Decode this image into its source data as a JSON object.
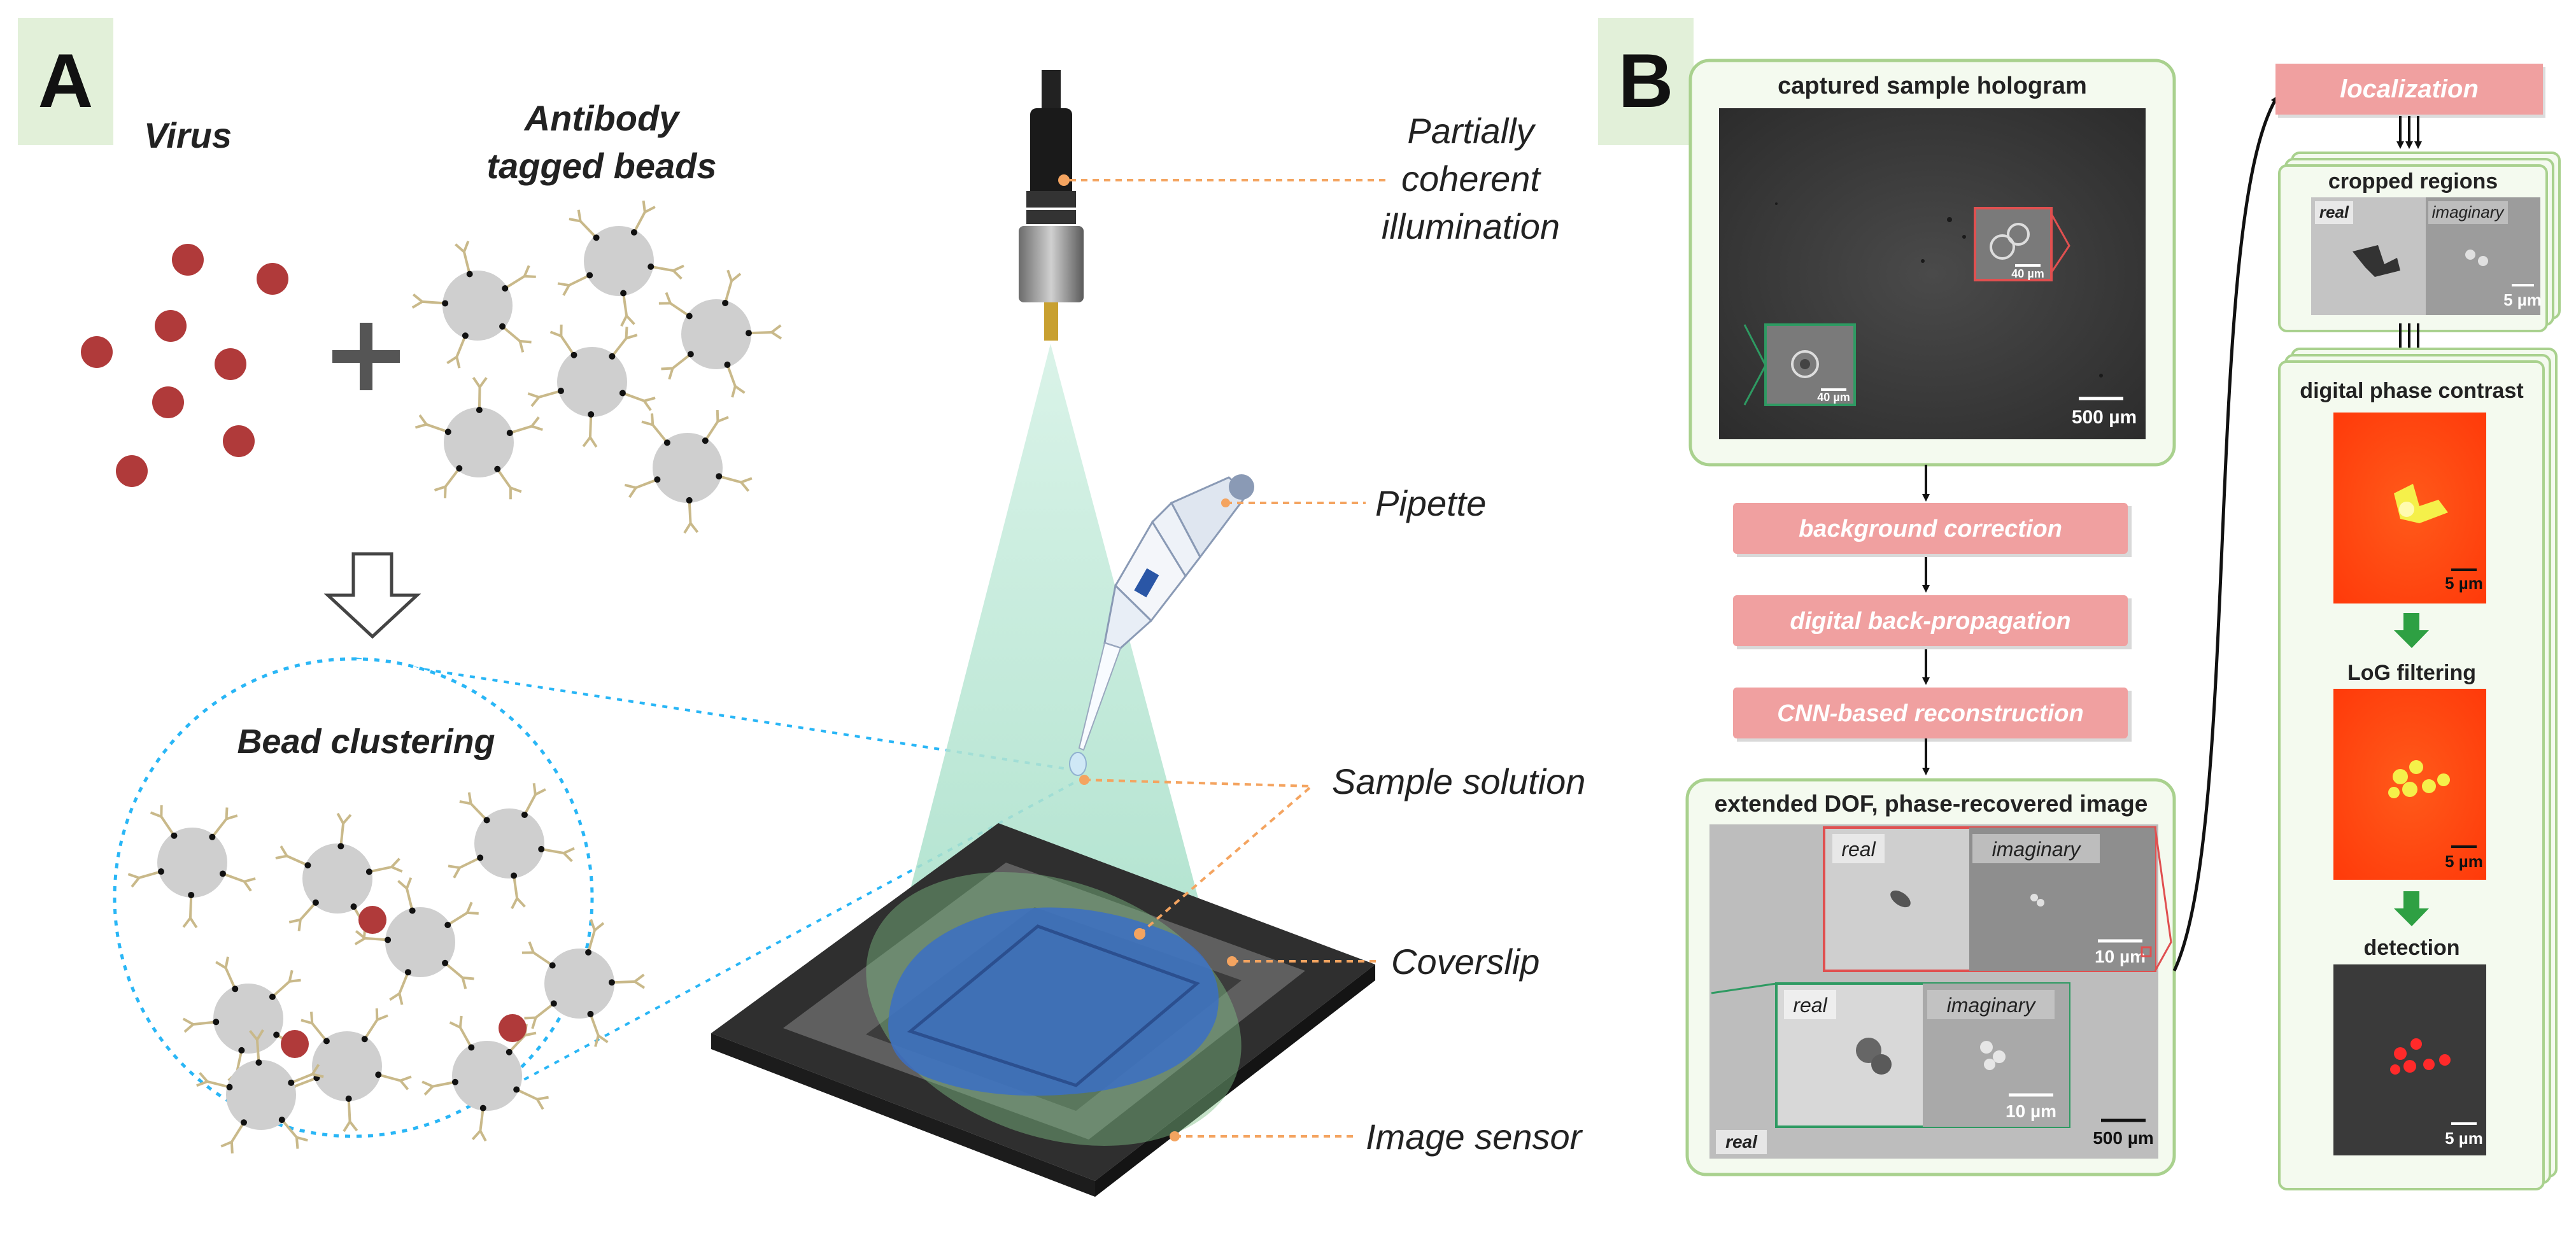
{
  "panel_a": {
    "letter": "A",
    "virus_label": "Virus",
    "beads_label_line1": "Antibody",
    "beads_label_line2": "tagged beads",
    "cluster_label": "Bead clustering",
    "illumination_line1": "Partially",
    "illumination_line2": "coherent",
    "illumination_line3": "illumination",
    "pipette_label": "Pipette",
    "sample_label": "Sample solution",
    "coverslip_label": "Coverslip",
    "sensor_label": "Image sensor"
  },
  "panel_b": {
    "letter": "B",
    "hologram_title": "captured sample hologram",
    "hologram_scale": "500 µm",
    "inset_scale_red": "40 µm",
    "inset_scale_green": "40 µm",
    "steps": [
      "background correction",
      "digital back-propagation",
      "CNN-based reconstruction"
    ],
    "recovered_title": "extended DOF,  phase-recovered image",
    "recovered_scale": "500 µm",
    "recovered_real_corner": "real",
    "inset_red_real": "real",
    "inset_red_imag": "imaginary",
    "inset_red_scale": "10 µm",
    "inset_green_real": "real",
    "inset_green_imag": "imaginary",
    "inset_green_scale": "10 µm",
    "localization": "localization",
    "cropped_title": "cropped regions",
    "cropped_real": "real",
    "cropped_imag": "imaginary",
    "cropped_scale": "5 µm",
    "dpc_title": "digital phase contrast",
    "dpc_scale": "5 µm",
    "log_title": "LoG filtering",
    "log_scale": "5 µm",
    "detection_title": "detection",
    "detection_scale": "5 µm"
  },
  "colors": {
    "virus": "#b03a3a",
    "bead": "#cfcfcf",
    "antibody": "#c9b98a",
    "step_fill": "#f0a0a0",
    "panel_border": "#a9d18e",
    "panel_fill": "#f4faef",
    "letter_bg": "#e2f0d9",
    "cone": "#bfe8d8",
    "sample": "#3b6fc4",
    "leader": "#f4a460",
    "circle": "#29b6f6",
    "arrow_green": "#2ea043"
  }
}
